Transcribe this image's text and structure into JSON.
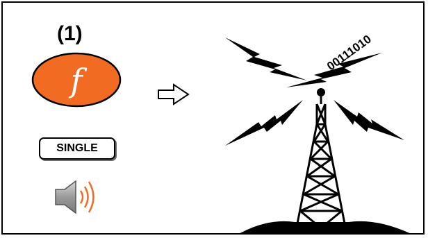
{
  "step": {
    "label": "(1)"
  },
  "function_key": {
    "glyph": "f",
    "fill": "#f26b22",
    "text_color": "#ffffff"
  },
  "mode_button": {
    "label": "SINGLE"
  },
  "speaker": {
    "icon": "speaker-icon",
    "wave_color": "#f26b22"
  },
  "arrow": {
    "icon": "right-arrow-outline-icon"
  },
  "transmission": {
    "binary": "00111010",
    "icon": "radio-tower-icon"
  }
}
